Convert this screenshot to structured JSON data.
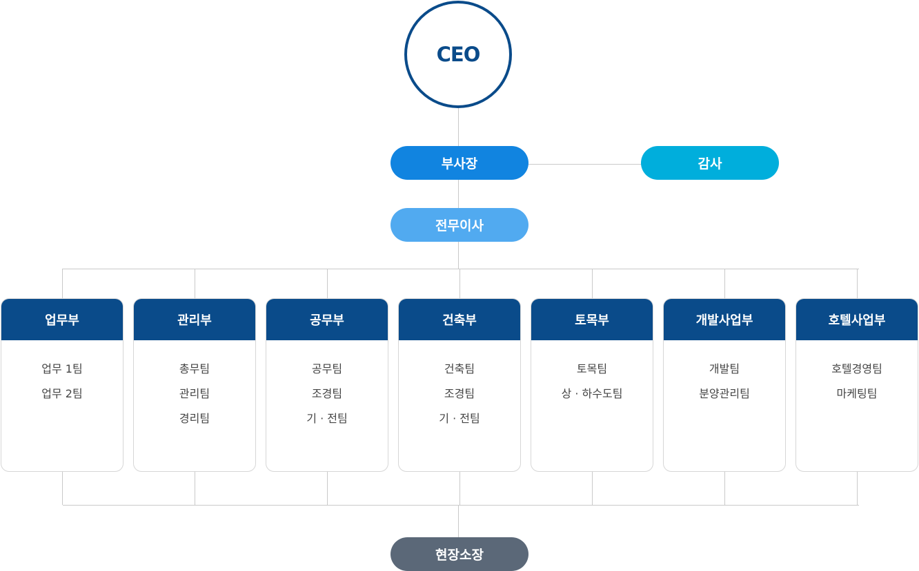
{
  "ceo": "CEO",
  "vice_president": "부사장",
  "audit": "감사",
  "executive_director": "전무이사",
  "site_manager": "현장소장",
  "departments": [
    {
      "name": "업무부",
      "teams": [
        "업무 1팀",
        "업무 2팀"
      ]
    },
    {
      "name": "관리부",
      "teams": [
        "총무팀",
        "관리팀",
        "경리팀"
      ]
    },
    {
      "name": "공무부",
      "teams": [
        "공무팀",
        "조경팀",
        "기 · 전팀"
      ]
    },
    {
      "name": "건축부",
      "teams": [
        "건축팀",
        "조경팀",
        "기 · 전팀"
      ]
    },
    {
      "name": "토목부",
      "teams": [
        "토목팀",
        "상 · 하수도팀"
      ]
    },
    {
      "name": "개발사업부",
      "teams": [
        "개발팀",
        "분양관리팀"
      ]
    },
    {
      "name": "호텔사업부",
      "teams": [
        "호텔경영팀",
        "마케팅팀"
      ]
    }
  ],
  "colors": {
    "ceo_ring": "#0a4b8a",
    "vice_president": "#1184e0",
    "audit": "#00aedc",
    "executive_director": "#51aaf0",
    "department_header": "#0a4b8a",
    "site_manager": "#5b6878",
    "connector": "#c9c9c9"
  }
}
